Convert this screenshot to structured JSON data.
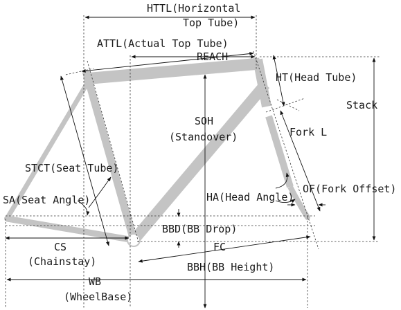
{
  "labels": {
    "httl_1": "HTTL(Horizontal",
    "httl_2": "Top Tube)",
    "attl": "ATTL(Actual Top Tube)",
    "reach": "REACH",
    "ht": "HT(Head Tube)",
    "stack": "Stack",
    "soh_1": "SOH",
    "soh_2": "(Standover)",
    "fork_l": "Fork L",
    "stct": "STCT(Seat Tube)",
    "sa": "SA(Seat Angle)",
    "ha": "HA(Head Angle)",
    "of": "OF(Fork Offset)",
    "bbd": "BBD(BB Drop)",
    "cs_1": "CS",
    "cs_2": "(Chainstay)",
    "fc": "FC",
    "bbh": "BBH(BB Height)",
    "wb_1": "WB",
    "wb_2": "(WheelBase)"
  },
  "colors": {
    "frame": "#c4c4c4",
    "lines": "#111111",
    "background": "#ffffff"
  }
}
